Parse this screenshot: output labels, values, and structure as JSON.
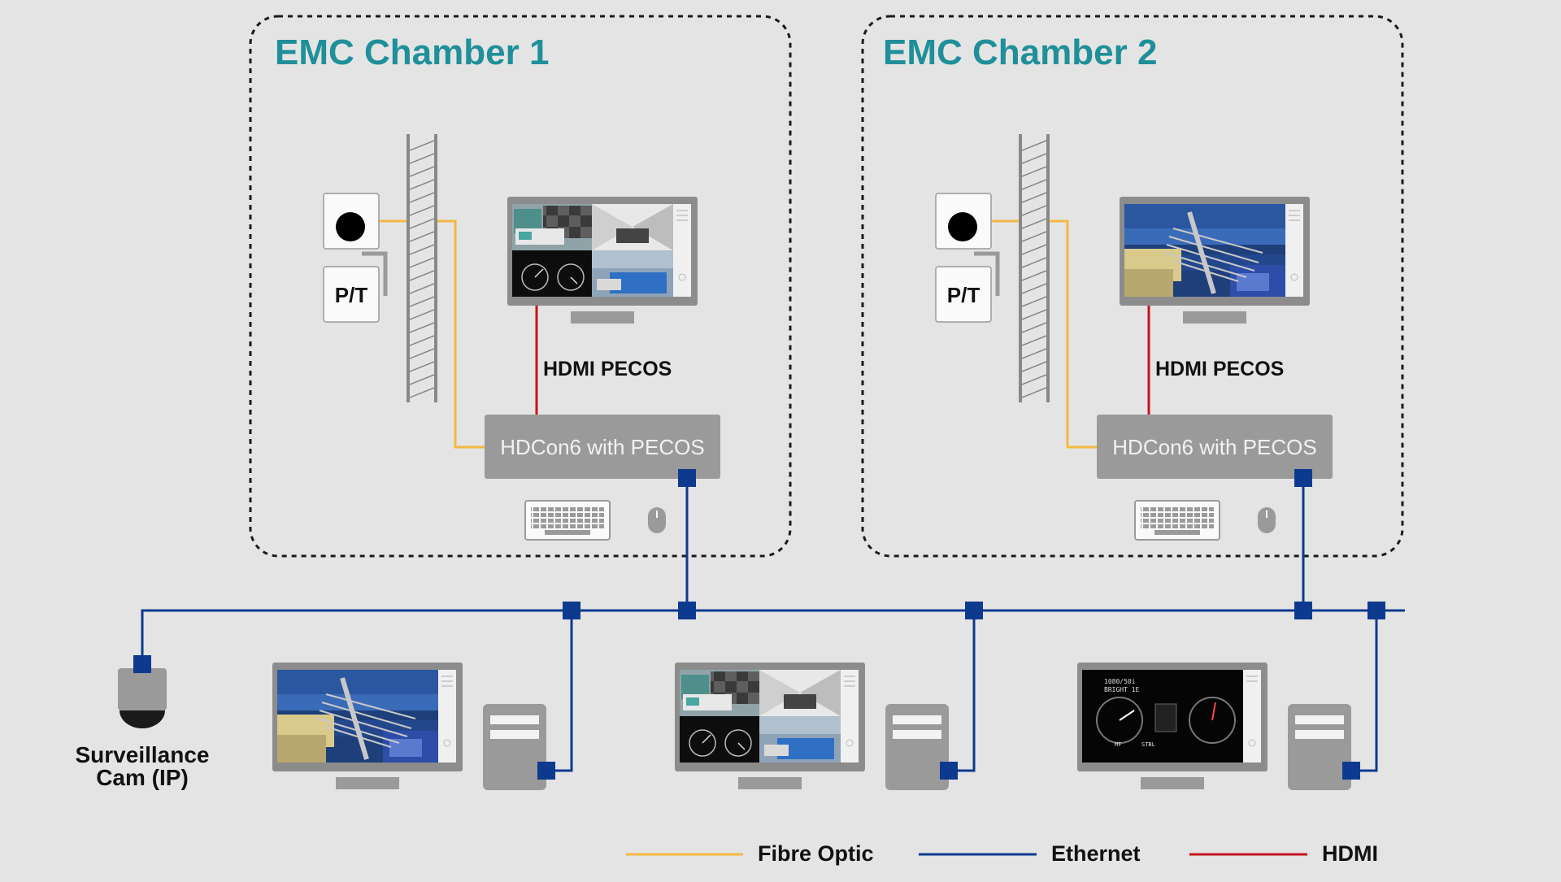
{
  "chambers": [
    {
      "title": "EMC Chamber 1",
      "pt_label": "P/T",
      "hdmi_label": "HDMI PECOS",
      "box_label": "HDCon6 with PECOS"
    },
    {
      "title": "EMC Chamber 2",
      "pt_label": "P/T",
      "hdmi_label": "HDMI PECOS",
      "box_label": "HDCon6 with PECOS"
    }
  ],
  "surveillance": {
    "line1": "Surveillance",
    "line2": "Cam (IP)"
  },
  "monitor_screen_text": {
    "line1": "1080/50i",
    "line2": "BRIGHT 1E",
    "mf": "MF",
    "stbl": "STBL"
  },
  "legend": [
    {
      "label": "Fibre Optic",
      "color": "#f5b843"
    },
    {
      "label": "Ethernet",
      "color": "#0d3a8e"
    },
    {
      "label": "HDMI",
      "color": "#c4141c"
    }
  ],
  "colors": {
    "title": "#1f8f99",
    "ethernet": "#0d3a8e",
    "fibre": "#f5b843",
    "hdmi": "#c4141c",
    "device_gray": "#9a9a9a",
    "background": "#e4e4e4"
  },
  "icons": [
    "camera-icon",
    "pan-tilt-icon",
    "antenna-icon",
    "monitor-icon",
    "keyboard-icon",
    "mouse-icon",
    "pc-tower-icon",
    "ip-camera-icon"
  ]
}
